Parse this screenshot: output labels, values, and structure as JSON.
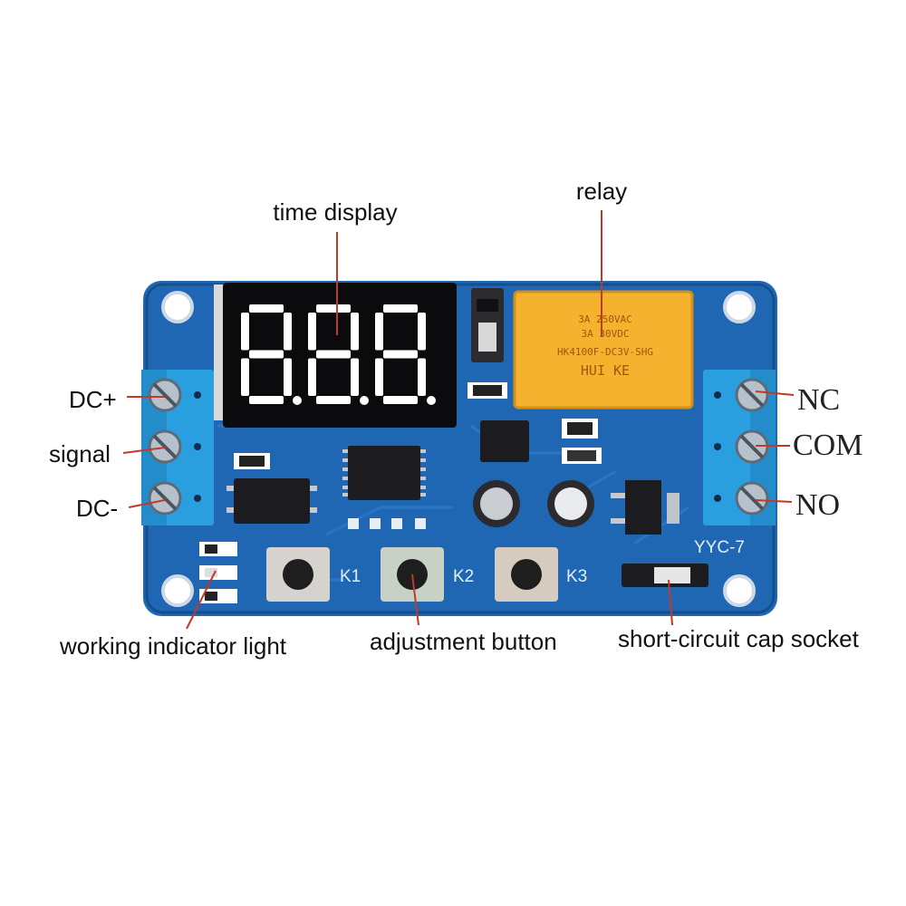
{
  "callouts": {
    "time_display": "time display",
    "relay": "relay",
    "dc_plus": "DC+",
    "signal": "signal",
    "dc_minus": "DC-",
    "nc": "NC",
    "com": "COM",
    "no": "NO",
    "working_indicator_light": "working indicator light",
    "adjustment_button": "adjustment button",
    "short_circuit_cap_socket": "short-circuit cap socket"
  },
  "board": {
    "silkscreen": {
      "k1": "K1",
      "k2": "K2",
      "k3": "K3",
      "model": "YYC-7"
    },
    "relay_marking": {
      "brand": "HUI KE",
      "part": "HK4100F-DC3V-SHG",
      "rating_1": "3A 250VAC",
      "rating_2": "3A 30VDC"
    }
  },
  "colors": {
    "pcb": "#1f67b3",
    "terminal": "#2a9fe0",
    "relay": "#f5b22f",
    "leader_line": "#c0392b",
    "display_segment": "#ffffff",
    "display_body": "#0b0b0e"
  },
  "icons": [
    "screw-terminal-icon",
    "tactile-switch-icon",
    "capacitor-icon",
    "led-icon",
    "jumper-icon"
  ]
}
